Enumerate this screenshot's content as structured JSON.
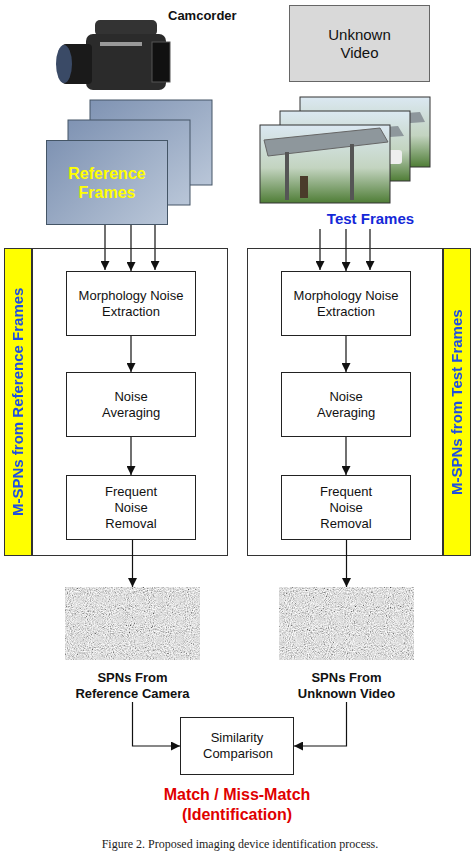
{
  "diagram": {
    "caption": "Figure 2. Proposed imaging device identification process.",
    "nodes": [
      {
        "text": [
          "Unknown Video"
        ]
      },
      {
        "text": [
          "Reference Frames"
        ]
      },
      {
        "text": [
          "Test Frames"
        ]
      },
      {
        "text": [
          "M-SPNs from Reference Frames"
        ]
      },
      {
        "text": [
          "Morphology Noise Extraction"
        ],
        "in": 3
      },
      {
        "text": [
          "Noise Averaging"
        ],
        "in": 3
      },
      {
        "text": [
          "Frequent Noise Removal"
        ],
        "in": 3
      },
      {
        "text": [
          "M-SPNs from Test Frames"
        ]
      },
      {
        "text": [
          "Morphology Noise Extraction"
        ],
        "in": 7
      },
      {
        "text": [
          "Noise Averaging"
        ],
        "in": 7
      },
      {
        "text": [
          "Frequent Noise Removal"
        ],
        "in": 7
      },
      {
        "text": [
          "SPNs From Reference Camera"
        ]
      },
      {
        "text": [
          "SPNs From Unknown Video"
        ]
      },
      {
        "text": [
          "Similarity Comparison"
        ]
      }
    ],
    "edges": [
      {
        "from": 1,
        "to": 4,
        "arrow": "to"
      },
      {
        "from": 2,
        "to": 8,
        "arrow": "to"
      },
      {
        "from": 4,
        "to": 5,
        "arrow": "to"
      },
      {
        "from": 5,
        "to": 6,
        "arrow": "to"
      },
      {
        "from": 8,
        "to": 9,
        "arrow": "to"
      },
      {
        "from": 9,
        "to": 10,
        "arrow": "to"
      },
      {
        "from": 6,
        "to": 11,
        "arrow": "to"
      },
      {
        "from": 10,
        "to": 12,
        "arrow": "to"
      },
      {
        "from": 11,
        "to": 13,
        "arrow": "to"
      },
      {
        "from": 12,
        "to": 13,
        "arrow": "to"
      }
    ],
    "labels": [
      "Camcorder",
      "Match / Miss-Match (Identification)"
    ]
  }
}
